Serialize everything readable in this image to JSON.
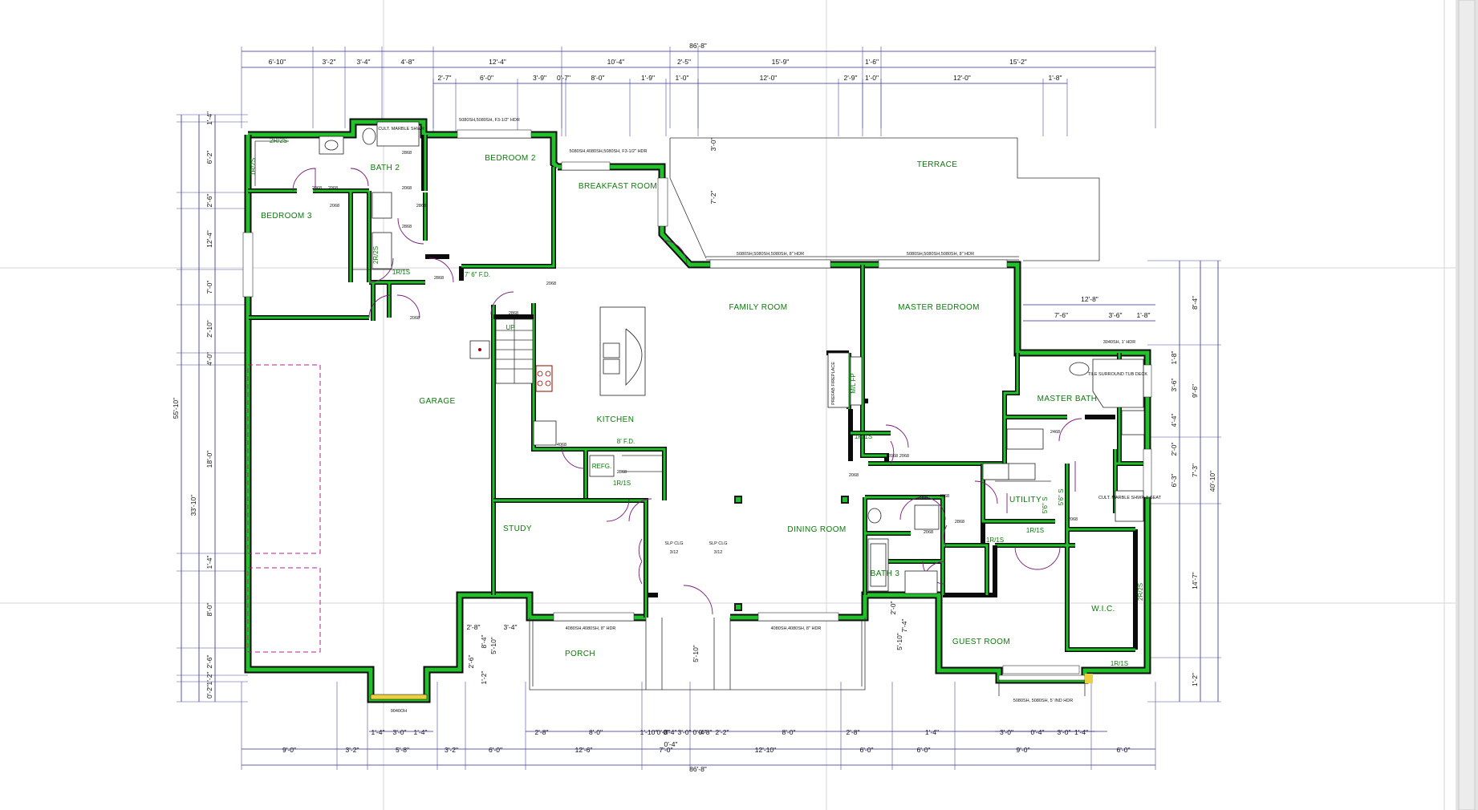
{
  "rooms": {
    "bedroom2": "BEDROOM 2",
    "bedroom3": "BEDROOM 3",
    "bath2": "BATH 2",
    "breakfast": "BREAKFAST ROOM",
    "terrace": "TERRACE",
    "family": "FAMILY ROOM",
    "master_bedroom": "MASTER BEDROOM",
    "garage": "GARAGE",
    "kitchen": "KITCHEN",
    "master_bath": "MASTER BATH",
    "utility": "UTILITY",
    "study": "STUDY",
    "dining": "DINING ROOM",
    "bath3": "BATH 3",
    "wic": "W.I.C.",
    "porch": "PORCH",
    "guest": "GUEST ROOM"
  },
  "labels": {
    "up": "UP",
    "fd7": "7' 6\" F.D.",
    "fd8": "8' F.D.",
    "refg": "REFG.",
    "r1_1": "1R/1S",
    "r1_2": "1R/1S",
    "r1_3": "1R/1S",
    "r1_4": "1R/1S",
    "r1_5": "1R/1S",
    "r2_1": "2R/2S",
    "r2_2": "2R/2S",
    "r2_3": "2R/2S",
    "r1_bed3": "1R/2S",
    "cult1": "CULT. MARBLE SHWR",
    "cult2": "CULT. MARBLE SHWR & SEAT",
    "tile": "TILE SURROUND TUB DECK",
    "ss": "5'6\" S",
    "ss2": "5'6\" S",
    "mlfp": "M/L FP",
    "pfx": "PREFAB FIREPLACE",
    "slp1": "SLP CLG",
    "slp1b": "3/12",
    "slp2": "SLP CLG",
    "slp2b": "3/12",
    "hdr_top1": "5080SH,5080SH, F3-1/2\" HDR",
    "hdr_top2": "5080SH,4080SH,5080SH, F3-1/2\" HDR",
    "hdr_fam1": "5080SH,5080SH,5080SH, 8\" HDR",
    "hdr_fam2": "5080SH,5080SH,5080SH, 8\" HDR",
    "hdr_porch1": "4080SH,4080SH, 8\" HDR",
    "hdr_porch2": "4080SH,4080SH, 8\" HDR",
    "hdr_guest": "5080SH, 5080SH, 5' IND HDR",
    "hdr_mb": "3040SH, 1' HDR",
    "garage_opening": "9040OH"
  },
  "dims_top": {
    "overall": "86'-8\"",
    "row1": [
      "6'-10\"",
      "3'-2\"",
      "3'-4\"",
      "4'-8\"",
      "12'-4\"",
      "10'-4\"",
      "2'-5\"",
      "15'-9\"",
      "1'-6\"",
      "15'-2\""
    ],
    "row2": [
      "2'-7\"",
      "6'-0\"",
      "3'-9\"",
      "0'-7\"",
      "8'-0\"",
      "1'-9\"",
      "1'-0\"",
      "12'-0\"",
      "2'-9\"",
      "1'-0\"",
      "12'-0\"",
      "1'-8\""
    ]
  },
  "dims_bottom": {
    "overall": "86'-8\"",
    "row3": [
      "9'-0\"",
      "3'-2\"",
      "5'-8\"",
      "3'-2\"",
      "6'-0\"",
      "12'-6\"",
      "7'-0\"",
      "12'-10\"",
      "6'-0\"",
      "6'-0\"",
      "9'-0\"",
      "6'-0\""
    ],
    "row2": [
      "2'-8\"",
      "8'-0\"",
      "1'-10\"",
      "0'-8\"",
      "0'-4\"",
      "3'-0\"",
      "0'-4\"",
      "0'-8\"",
      "2'-2\"",
      "8'-0\"",
      "2'-8\"",
      "1'-4\"",
      "3'-0\"",
      "0'-4\"",
      "3'-0\"",
      "1'-4\""
    ],
    "row1": [
      "1'-4\"",
      "3'-0\"",
      "1'-4\""
    ],
    "small": "0'-4\""
  },
  "dims_left": {
    "overall": "55'-10\"",
    "sub": "33'-10\"",
    "row1": [
      "1'-4\"",
      "6'-2\"",
      "2'-6\"",
      "12'-4\"",
      "7'-0\"",
      "2'-10\"",
      "4'-0\"",
      "18'-0\"",
      "1'-4\"",
      "8'-0\"",
      "2'-6\"",
      "1'-2\"",
      "0'-2\""
    ]
  },
  "dims_right": {
    "overall": "40'-10\"",
    "row1": [
      "8'-4\"",
      "9'-6\"",
      "7'-3\"",
      "14'-7\"",
      "1'-2\""
    ],
    "row2": [
      "1'-8\"",
      "3'-6\"",
      "4'-4\"",
      "2'-0\"",
      "6'-3\""
    ],
    "horiz": [
      "12'-8\"",
      "7'-6\"",
      "3'-6\"",
      "1'-8\""
    ]
  },
  "dims_inner": {
    "kitchen_bay": [
      "3'-0\"",
      "7'-2\""
    ],
    "porch_v": [
      "5'-10\"",
      "5'-10\"",
      "1'-2\"",
      "2'-8\"",
      "3'-4\"",
      "8'-4\"",
      "2'-6\""
    ],
    "guest_v": [
      "2'-0\"",
      "5'-10\"",
      "7'-4\""
    ]
  },
  "door_tags": [
    "2068",
    "2068",
    "2868",
    "2068",
    "2868",
    "2868",
    "2068",
    "2868",
    "2068",
    "2868",
    "2068",
    "4068",
    "2868",
    "2068",
    "2068",
    "2068",
    "2068",
    "4068",
    "2468",
    "2068",
    "2068",
    "2868"
  ]
}
